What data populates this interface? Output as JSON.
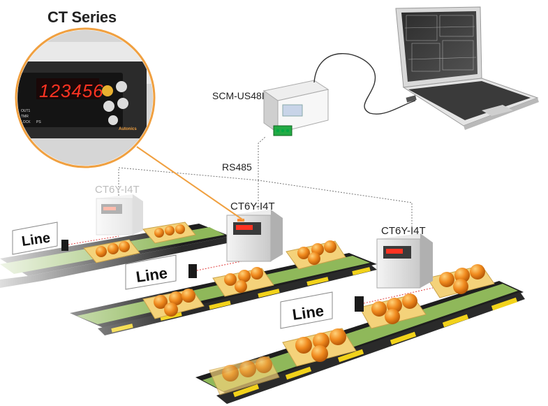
{
  "title": "CT Series",
  "device_display": "123456",
  "converter_label": "SCM-US48I",
  "bus_label": "RS485",
  "counters": [
    {
      "label": "CT6Y-I4T",
      "faded": true
    },
    {
      "label": "CT6Y-I4T",
      "faded": false
    },
    {
      "label": "CT6Y-I4T",
      "faded": false
    }
  ],
  "lines": [
    {
      "label": "Line"
    },
    {
      "label": "Line"
    },
    {
      "label": "Line"
    }
  ],
  "panel_brand": "Autonics",
  "panel_indicators": [
    "OUT1",
    "TMR",
    "LOCK",
    "PS"
  ],
  "colors": {
    "belt_green": "#8fb85a",
    "belt_stripe_yellow": "#f2d21a",
    "product_orange": "#f08a1e",
    "box": "#f4d27a",
    "callout_line": "#f0a040",
    "display_red": "#ff3322"
  }
}
